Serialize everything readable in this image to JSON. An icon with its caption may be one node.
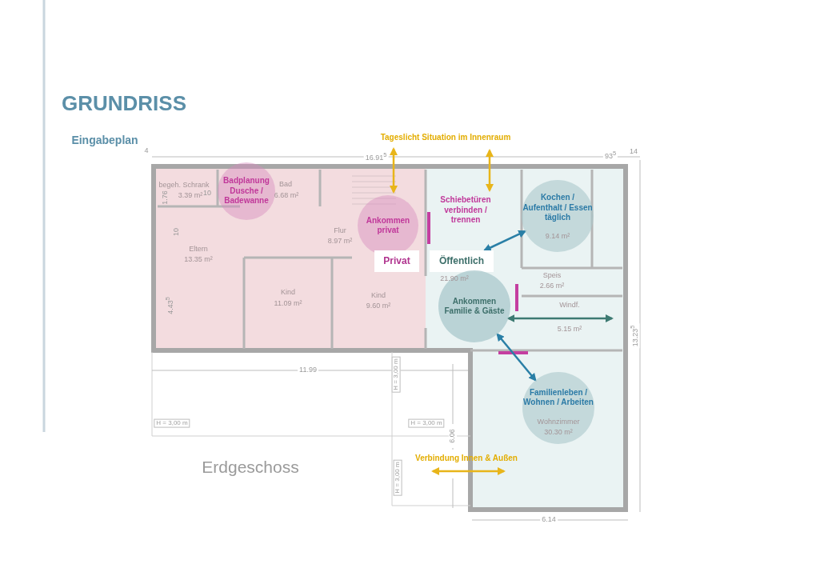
{
  "diagram": {
    "title": "GRUNDRISS",
    "nodes": [
      {
        "text": [
          "Badplanung Dusche / Badewanne"
        ]
      },
      {
        "text": [
          "Ankommen privat"
        ]
      },
      {
        "text": [
          "Schiebetüren verbinden / trennen"
        ]
      },
      {
        "text": [
          "Kochen / Aufenthalt / Essen täglich"
        ]
      },
      {
        "text": [
          "Privat"
        ]
      },
      {
        "text": [
          "Öffentlich"
        ]
      },
      {
        "text": [
          "Ankommen Familie & Gäste"
        ]
      },
      {
        "text": [
          "Familienleben / Wohnen / Arbeiten"
        ]
      }
    ],
    "edges": [
      {
        "from": 5,
        "to": 3,
        "arrow": "both"
      },
      {
        "from": 6,
        "to": null,
        "arrow": "both",
        "color": "#3d7a72"
      },
      {
        "from": 6,
        "to": 7,
        "arrow": "both"
      }
    ],
    "labels": [
      "Eingabeplan",
      "Tageslicht Situation im Innenraum",
      "4",
      "16.91$^{5}$",
      "93$^{5}$",
      "14",
      "begeh. Schrank",
      "3.39 m²",
      "10",
      "1.76",
      "Bad",
      "6.68 m²",
      "10",
      "Eltern",
      "13.35 m²",
      "4.43$^{5}$",
      "Flur",
      "8.97 m²",
      "Kind",
      "11.09 m²",
      "Kind",
      "9.60 m²",
      "21.90 m²",
      "9.14 m²",
      "Speis",
      "2.66 m²",
      "Windf.",
      "5.15 m²",
      "13.23$^{5}$",
      "11.99",
      "H = 3,00 m",
      "H = 3,00 m",
      "H = 3,00 m",
      "6.06",
      "Wohnzimmer",
      "30.30 m²",
      "Verbindung Innen & Außen",
      "Erdgeschoss",
      "H = 3,00 m",
      "6.14"
    ]
  }
}
